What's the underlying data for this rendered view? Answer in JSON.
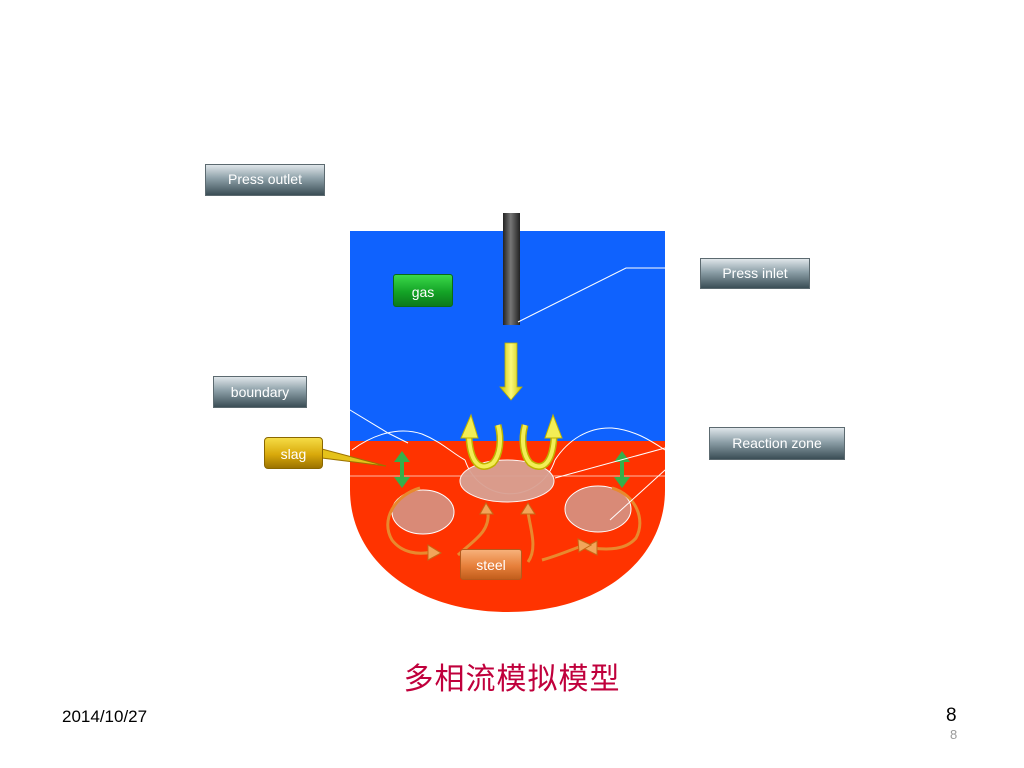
{
  "labels": {
    "press_outlet": "Press outlet",
    "press_inlet": "Press inlet",
    "boundary": "boundary",
    "reaction_zone": "Reaction zone",
    "gas": "gas",
    "slag": "slag",
    "steel": "steel"
  },
  "title": "多相流模拟模型",
  "footer": {
    "date": "2014/10/27",
    "page_number": "8",
    "page_number_small": "8"
  },
  "colors": {
    "gas_phase": "#0f62fe",
    "steel_phase": "#ff3300",
    "lance": "#3f3f3f",
    "jet_arrow": "#f3ee55",
    "flow_arrow": "#e8892e",
    "interface_arrow": "#34b04a",
    "title_text": "#c0003c"
  },
  "icons": [
    "lance-icon",
    "jet-down-arrow-icon",
    "splash-arrow-icon",
    "double-arrow-icon",
    "flow-arrow-icon"
  ]
}
